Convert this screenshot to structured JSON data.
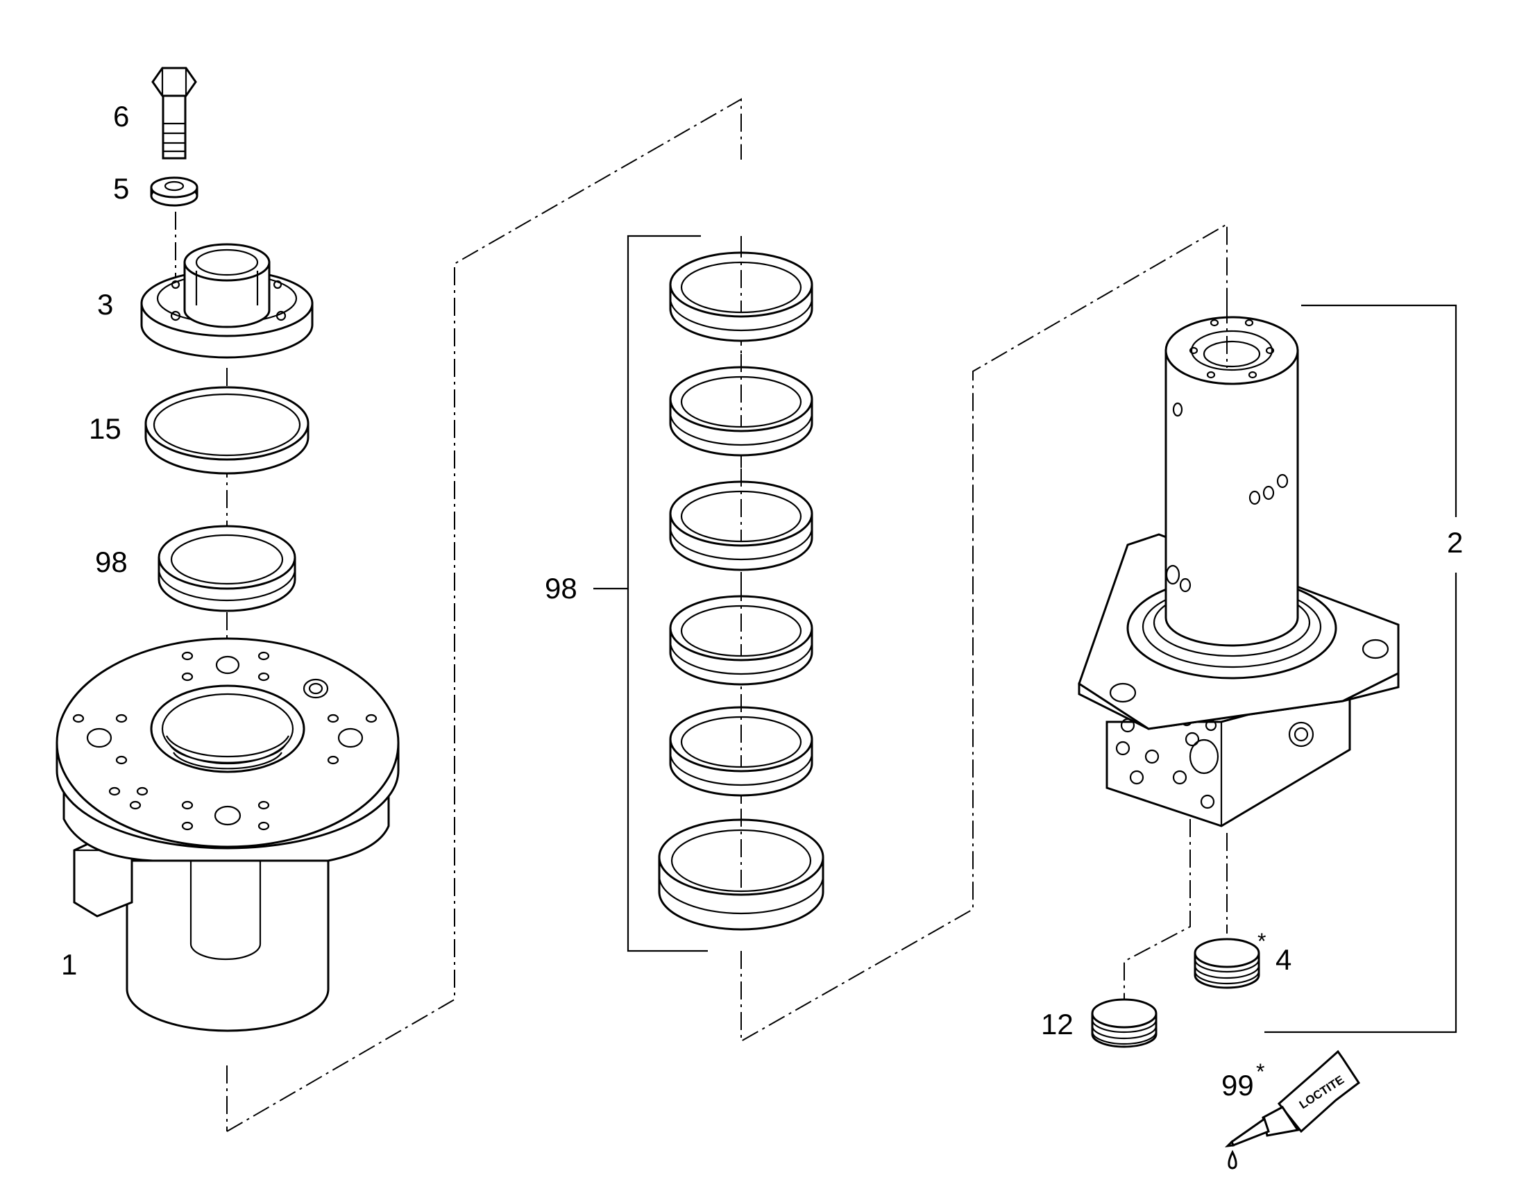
{
  "labels": {
    "p6": "6",
    "p5": "5",
    "p3": "3",
    "p15": "15",
    "p98_left": "98",
    "p1": "1",
    "p98_mid": "98",
    "p2": "2",
    "p4": "4",
    "p4_star": "*",
    "p12": "12",
    "p99": "99",
    "p99_star": "*"
  },
  "tube_text": "LOCTITE"
}
